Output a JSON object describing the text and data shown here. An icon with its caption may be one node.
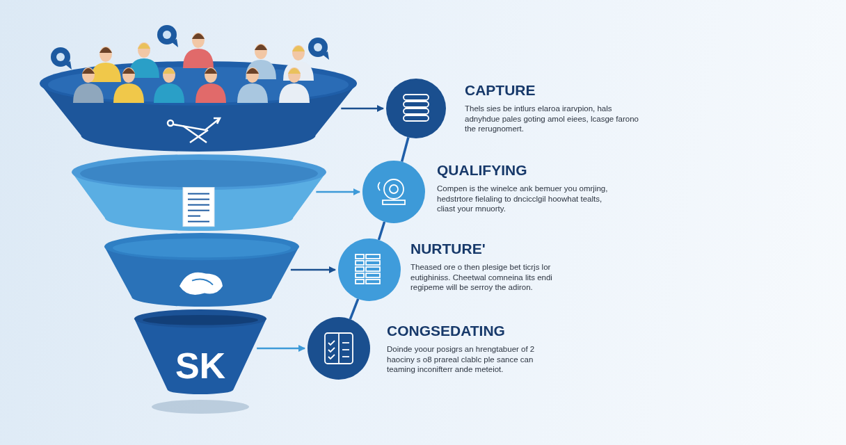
{
  "diagram": {
    "nodes": [
      {
        "text": [],
        "shape": "funnel"
      },
      {
        "text": [],
        "shape": "funnel"
      },
      {
        "text": [],
        "shape": "funnel"
      },
      {
        "text": [
          "SK"
        ]
      },
      {
        "text": [],
        "shape": "circle",
        "beside": [
          "CAPTURE",
          "Thels sies be intlurs elaroa irarvpion, hals adnyhdue pales goting amol eiees, lcasge farono the rerugnomert."
        ]
      },
      {
        "text": [],
        "shape": "circle",
        "beside": [
          "QUALIFYING",
          "Compen is the winelce ank bemuer you omrjing, hedstrtore fielaling to dncicclgil hoowhat tealts, cliast your mnuorty."
        ]
      },
      {
        "text": [],
        "shape": "circle",
        "beside": [
          "NURTURE'",
          "Theased ore o then plesige bet ticrjs lor eutighiniss. Cheetwal comneina lits endi regipeme will be serroy the adiron."
        ]
      },
      {
        "text": [],
        "shape": "circle",
        "beside": [
          "CONGSEDATING",
          "Doinde yoour posigrs an hrengtabuer of 2 haociny s o8 prareal clablc ple sance can teaming inconifterr ande meteiot."
        ]
      }
    ],
    "edges": [
      {
        "from": 0,
        "to": 4,
        "arrow": "to"
      },
      {
        "from": 1,
        "to": 5,
        "arrow": "to"
      },
      {
        "from": 2,
        "to": 6,
        "arrow": "to"
      },
      {
        "from": 3,
        "to": 7,
        "arrow": "to"
      },
      {
        "from": 4,
        "to": 5,
        "arrow": "none"
      },
      {
        "from": 5,
        "to": 6,
        "arrow": "none"
      },
      {
        "from": 6,
        "to": 7,
        "arrow": "none"
      }
    ]
  }
}
